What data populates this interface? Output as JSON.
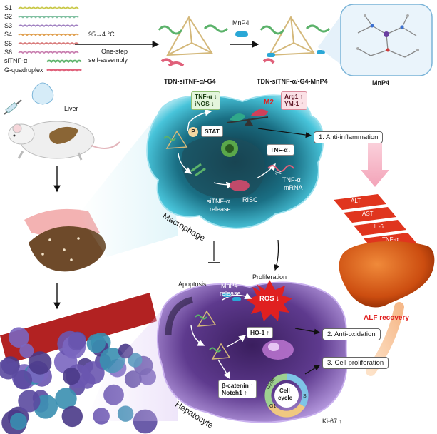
{
  "strand_labels": [
    "S1",
    "S2",
    "S3",
    "S4",
    "S5",
    "S6",
    "siTNF-α",
    "G-quadruplex"
  ],
  "strand_colors": [
    "#c9c94a",
    "#7fbfa0",
    "#9f7fc0",
    "#e0a050",
    "#d87a7a",
    "#c97fb0",
    "#5bb26a",
    "#e0607a"
  ],
  "assembly": {
    "temperature": "95→4 °C",
    "method_line1": "One-step",
    "method_line2": "self-assembly"
  },
  "mnp4_arrow_label": "MnP4",
  "constructs": {
    "first": "TDN-siTNF-α/-G4",
    "second": "TDN-siTNF-α/-G4-MnP4",
    "molecule": "MnP4"
  },
  "mouse_label": "Liver",
  "macrophage": {
    "title": "Macrophage",
    "cue_green_1": "TNF-α ↓",
    "cue_green_2": "iNOS ↓",
    "cue_pink_1": "Arg1 ↑",
    "cue_pink_2": "YM-1 ↑",
    "m2": "M2",
    "p_label": "P",
    "stat": "STAT",
    "tnf_down": "TNF-α↓",
    "tnf_mrna_1": "TNF-α",
    "tnf_mrna_2": "mRNA",
    "sitnf_release_1": "siTNF-α",
    "sitnf_release_2": "release",
    "risc": "RISC"
  },
  "outcomes": {
    "anti_inflammation": "1. Anti-inflammation",
    "anti_oxidation": "2. Anti-oxidation",
    "cell_proliferation": "3. Cell proliferation"
  },
  "markers": [
    "ALT",
    "AST",
    "IL-6",
    "TNF-α"
  ],
  "alf_recovery": "ALF recovery",
  "pathway": {
    "apoptosis": "Apoptosis",
    "proliferation": "Proliferation"
  },
  "hepatocyte": {
    "title": "Hepatocyte",
    "mnp4_release_1": "MnP4",
    "mnp4_release_2": "release",
    "ros": "ROS ↓",
    "ho1": "HO-1 ↑",
    "bcat": "β-catenin ↑",
    "notch": "Notch1 ↑",
    "cycle_1": "Cell",
    "cycle_2": "cycle",
    "phase_g2m": "G2/M",
    "phase_s": "S",
    "phase_g1": "G1",
    "ki67": "Ki-67 ↑"
  },
  "colors": {
    "macrophage_cyan": "#3fb8d0",
    "hepatocyte_purple": "#6a3fa0",
    "liver_orange": "#d65a1a",
    "ros_red": "#e02020",
    "alf_red": "#e02020",
    "marker_red": "#e0351e"
  }
}
